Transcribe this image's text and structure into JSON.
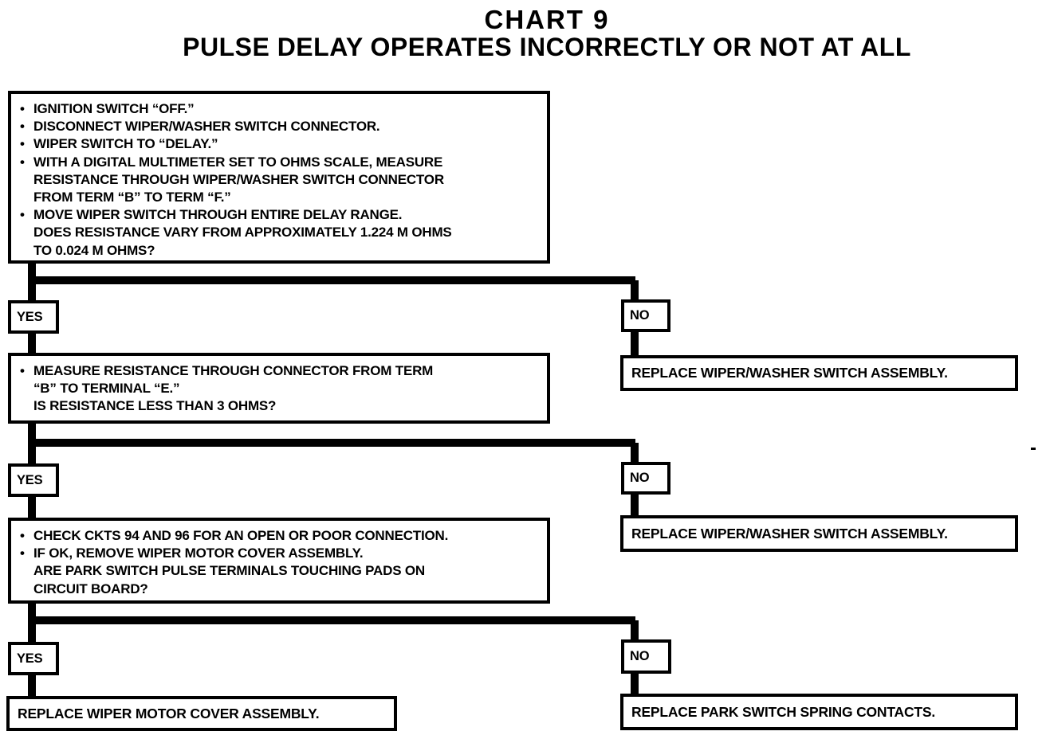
{
  "page": {
    "title_line1": "CHART 9",
    "title_line2": "PULSE DELAY OPERATES INCORRECTLY OR NOT AT ALL"
  },
  "colors": {
    "ink": "#000000",
    "paper": "#ffffff"
  },
  "flowchart": {
    "step1": {
      "lines": [
        {
          "bullet": "•",
          "text": "IGNITION SWITCH “OFF.”"
        },
        {
          "bullet": "•",
          "text": "DISCONNECT WIPER/WASHER SWITCH CONNECTOR."
        },
        {
          "bullet": "•",
          "text": "WIPER SWITCH TO “DELAY.”"
        },
        {
          "bullet": "•",
          "text": "WITH A DIGITAL MULTIMETER SET TO OHMS SCALE, MEASURE"
        },
        {
          "bullet": "",
          "text": "RESISTANCE THROUGH WIPER/WASHER SWITCH CONNECTOR"
        },
        {
          "bullet": "",
          "text": "FROM TERM “B” TO TERM “F.”"
        },
        {
          "bullet": "•",
          "text": "MOVE WIPER SWITCH THROUGH ENTIRE DELAY RANGE."
        },
        {
          "bullet": "",
          "text": "DOES RESISTANCE VARY FROM APPROXIMATELY 1.224 M OHMS"
        },
        {
          "bullet": "",
          "text": "TO 0.024 M OHMS?"
        }
      ]
    },
    "branch1": {
      "yes": "YES",
      "no": "NO"
    },
    "action_no1": "REPLACE WIPER/WASHER SWITCH ASSEMBLY.",
    "step2": {
      "lines": [
        {
          "bullet": "•",
          "text": "MEASURE RESISTANCE THROUGH CONNECTOR FROM TERM"
        },
        {
          "bullet": "",
          "text": "“B” TO TERMINAL “E.”"
        },
        {
          "bullet": "",
          "text": "IS RESISTANCE LESS THAN 3 OHMS?"
        }
      ]
    },
    "branch2": {
      "yes": "YES",
      "no": "NO"
    },
    "action_no2": "REPLACE WIPER/WASHER SWITCH ASSEMBLY.",
    "step3": {
      "lines": [
        {
          "bullet": "•",
          "text": "CHECK CKTS 94 AND 96 FOR AN OPEN OR POOR CONNECTION."
        },
        {
          "bullet": "•",
          "text": "IF OK, REMOVE WIPER MOTOR COVER ASSEMBLY."
        },
        {
          "bullet": "",
          "text": "ARE PARK SWITCH PULSE TERMINALS TOUCHING PADS ON"
        },
        {
          "bullet": "",
          "text": "CIRCUIT BOARD?"
        }
      ]
    },
    "branch3": {
      "yes": "YES",
      "no": "NO"
    },
    "action_yes3": "REPLACE WIPER MOTOR COVER ASSEMBLY.",
    "action_no3": "REPLACE PARK SWITCH SPRING CONTACTS."
  }
}
